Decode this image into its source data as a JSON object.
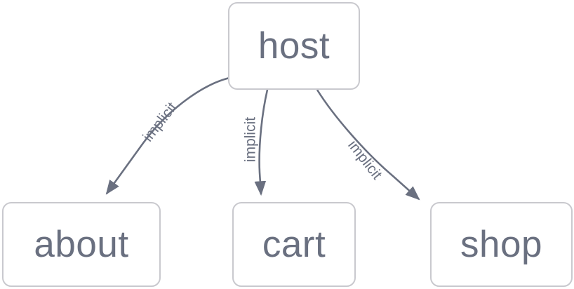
{
  "diagram": {
    "type": "directed-graph",
    "background_color": "#ffffff",
    "node_border_color": "#c9c9ce",
    "node_fill_color": "#ffffff",
    "text_color": "#6a7080",
    "edge_color": "#6a7080",
    "nodes": [
      {
        "id": "host",
        "label": "host"
      },
      {
        "id": "about",
        "label": "about"
      },
      {
        "id": "cart",
        "label": "cart"
      },
      {
        "id": "shop",
        "label": "shop"
      }
    ],
    "edges": [
      {
        "from": "host",
        "to": "about",
        "label": "implicit"
      },
      {
        "from": "host",
        "to": "cart",
        "label": "implicit"
      },
      {
        "from": "host",
        "to": "shop",
        "label": "implicit"
      }
    ]
  }
}
